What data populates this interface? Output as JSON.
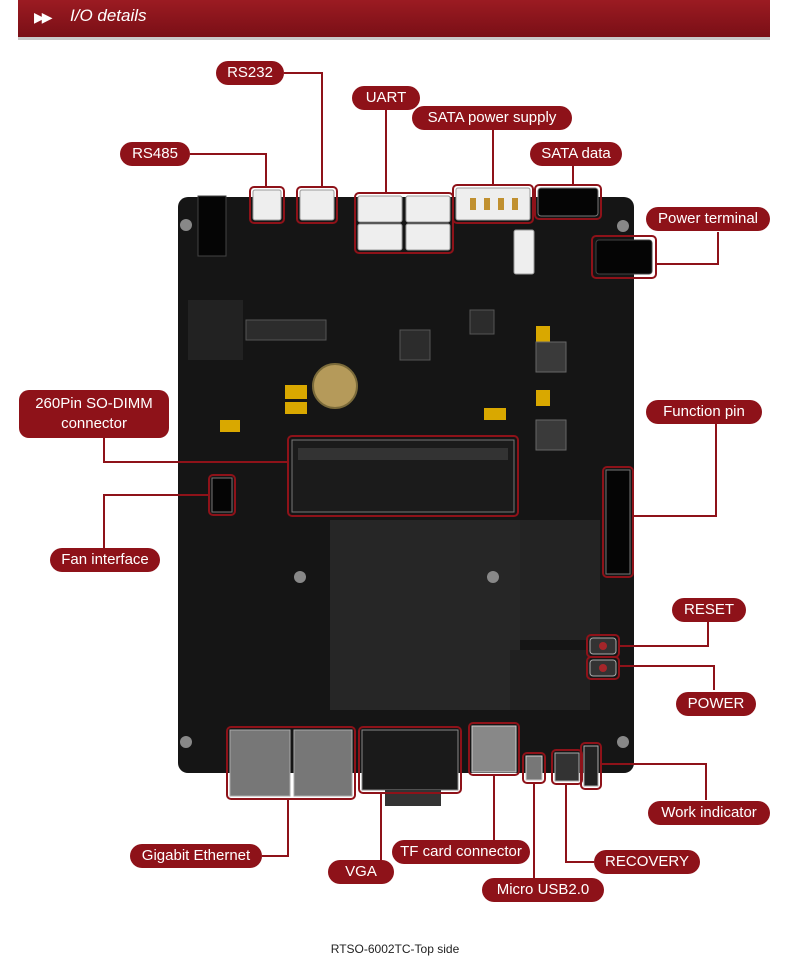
{
  "header": {
    "title": "I/O details"
  },
  "caption": "RTSO-6002TC-Top side",
  "colors": {
    "accent": "#8e1219",
    "board": "#151515",
    "connector": "#eeeeee"
  },
  "labels": {
    "rs232": "RS232",
    "uart": "UART",
    "sata_power": "SATA power supply",
    "rs485": "RS485",
    "sata_data": "SATA data",
    "power_terminal": "Power terminal",
    "sodimm": "260Pin SO-DIMM connector",
    "function_pin": "Function pin",
    "fan": "Fan interface",
    "reset": "RESET",
    "power": "POWER",
    "work_indicator": "Work indicator",
    "gigabit": "Gigabit Ethernet",
    "tf_card": "TF card connector",
    "recovery": "RECOVERY",
    "vga": "VGA",
    "micro_usb": "Micro USB2.0"
  }
}
